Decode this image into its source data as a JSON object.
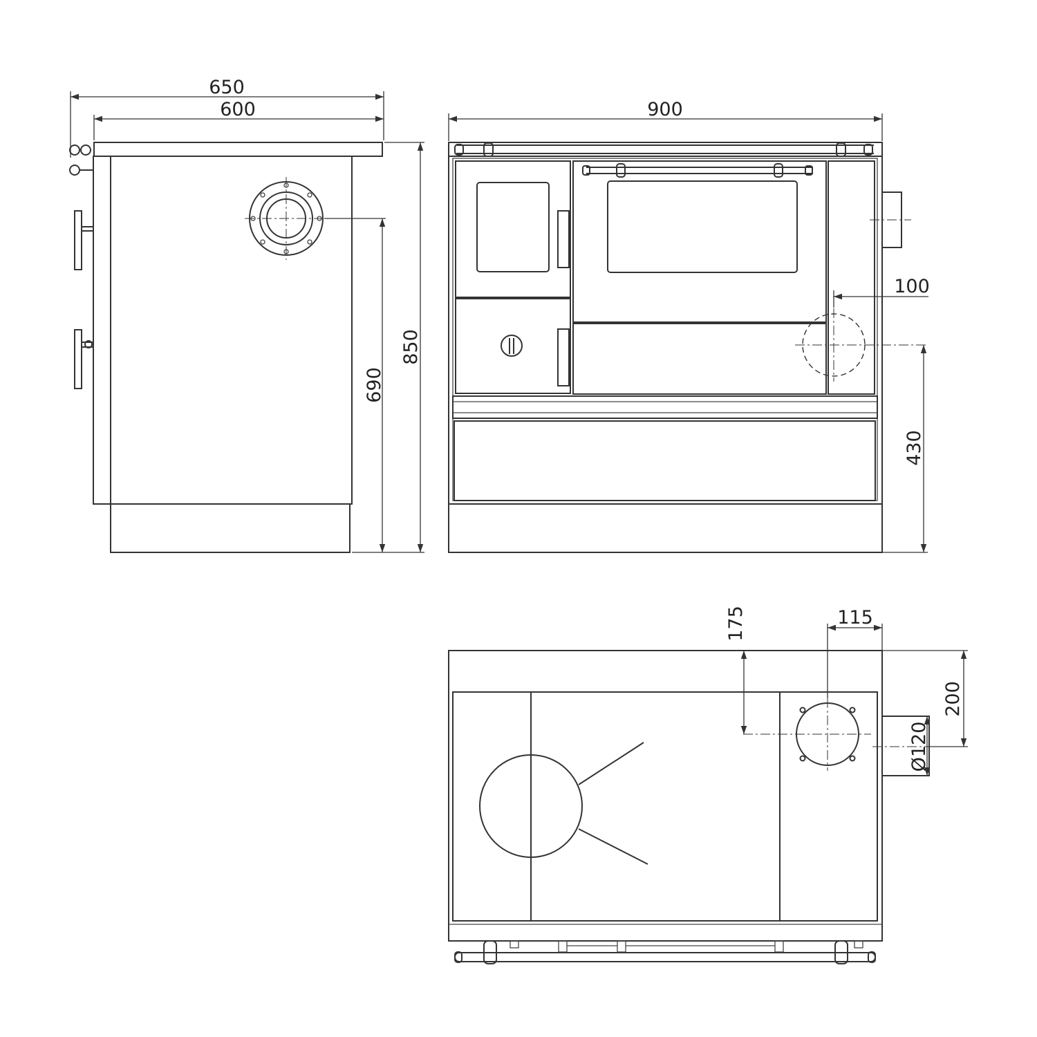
{
  "dimensions": {
    "side_total_depth": "650",
    "side_body_depth": "600",
    "total_height": "850",
    "flue_side_height": "690",
    "front_width": "900",
    "flue_side_offset": "100",
    "flue_back_height": "430",
    "top_flue_from_back": "175",
    "top_flue_from_side": "115",
    "side_flue_from_back": "200",
    "flue_diameter": "Ø120"
  },
  "colors": {
    "line": "#333333",
    "background": "#ffffff"
  }
}
